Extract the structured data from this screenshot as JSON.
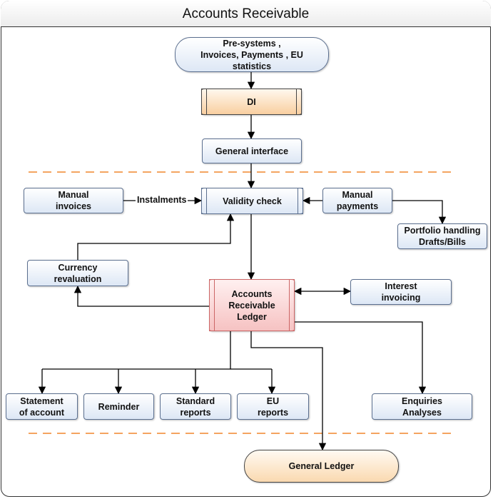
{
  "diagram": {
    "title": "Accounts Receivable",
    "nodes": {
      "pre_systems": [
        "Pre-systems ,",
        "Invoices, Payments , EU",
        "statistics"
      ],
      "di": "DI",
      "general_interface": "General interface",
      "manual_invoices": [
        "Manual",
        "invoices"
      ],
      "validity_check": "Validity check",
      "manual_payments": [
        "Manual",
        "payments"
      ],
      "portfolio_handling": [
        "Portfolio handling",
        "Drafts/Bills"
      ],
      "currency_revaluation": [
        "Currency",
        "revaluation"
      ],
      "ar_ledger": [
        "Accounts",
        "Receivable",
        "Ledger"
      ],
      "interest_invoicing": [
        "Interest",
        "invoicing"
      ],
      "statement_of_account": [
        "Statement",
        "of account"
      ],
      "reminder": "Reminder",
      "standard_reports": [
        "Standard",
        "reports"
      ],
      "eu_reports": [
        "EU",
        "reports"
      ],
      "enquiries_analyses": [
        "Enquiries",
        "Analyses"
      ],
      "general_ledger": "General Ledger"
    },
    "edge_labels": {
      "instalments": "Instalments"
    },
    "colors": {
      "node_fill": "#dde7f5",
      "node_border": "#5b6f8f",
      "orange_fill": "#fad9b0",
      "ledger_fill": "#f6c2c2",
      "divider": "#f4a460",
      "line": "#000000"
    }
  }
}
